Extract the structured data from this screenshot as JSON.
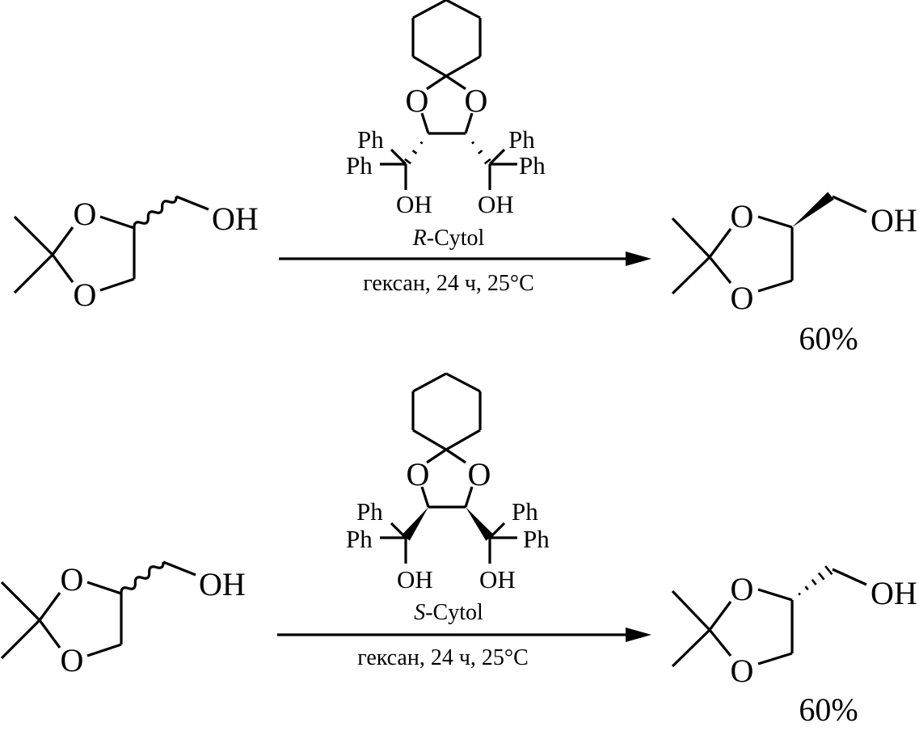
{
  "atoms": {
    "oxygen": "O",
    "hydroxyl": "OH",
    "phenyl": "Ph"
  },
  "reactions": [
    {
      "catalyst": {
        "prefix": "R",
        "suffix": "-Cytol"
      },
      "conditions": "гексан, 24 ч, 25°C",
      "yield": "60%"
    },
    {
      "catalyst": {
        "prefix": "S",
        "suffix": "-Cytol"
      },
      "conditions": "гексан, 24 ч, 25°C",
      "yield": "60%"
    }
  ],
  "colors": {
    "ink": "#000000",
    "background": "#ffffff"
  }
}
